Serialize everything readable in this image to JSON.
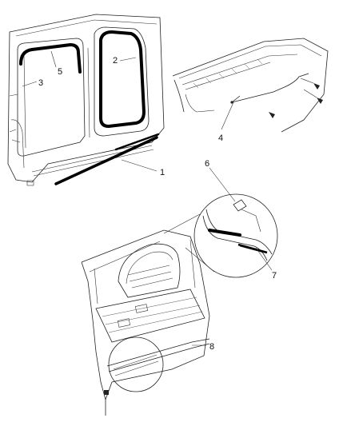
{
  "diagram": {
    "callouts": [
      {
        "id": "1",
        "label": "1"
      },
      {
        "id": "2",
        "label": "2"
      },
      {
        "id": "3",
        "label": "3"
      },
      {
        "id": "4",
        "label": "4"
      },
      {
        "id": "5",
        "label": "5"
      },
      {
        "id": "6",
        "label": "6"
      },
      {
        "id": "7",
        "label": "7"
      },
      {
        "id": "8",
        "label": "8"
      }
    ],
    "colors": {
      "line": "#222222",
      "seal": "#000000",
      "background": "#ffffff"
    }
  }
}
